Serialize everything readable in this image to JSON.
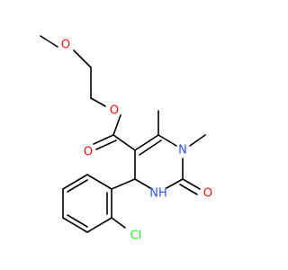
{
  "molecule": {
    "atoms": {
      "o_ether": {
        "label": "O",
        "color": "#ff0d0d"
      },
      "o_ester": {
        "label": "O",
        "color": "#ff0d0d"
      },
      "o_carbonyl_ester": {
        "label": "O",
        "color": "#ff0d0d"
      },
      "n1": {
        "label": "N",
        "color": "#3050f8"
      },
      "n3": {
        "label": "NH",
        "color": "#3050f8"
      },
      "o_urea": {
        "label": "O",
        "color": "#ff0d0d"
      },
      "cl": {
        "label": "Cl",
        "color": "#1ff01f"
      }
    },
    "bond_color": "#000000"
  }
}
